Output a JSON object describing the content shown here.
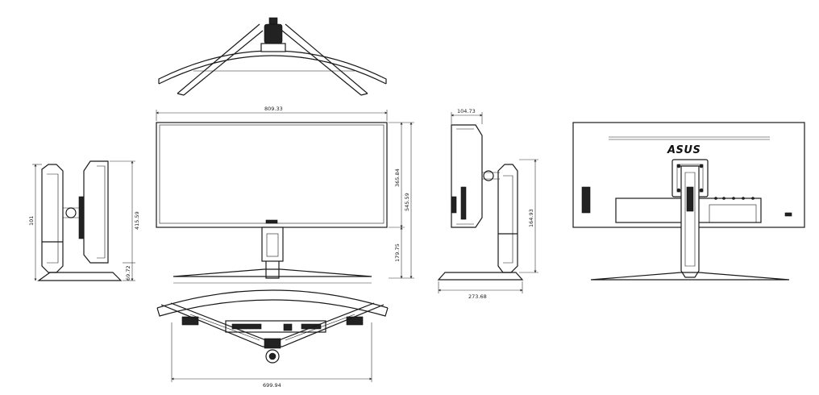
{
  "views": {
    "top": "top-view",
    "front": "front-view",
    "left_side": "left-side-view",
    "right_side": "right-side-view",
    "rear": "rear-view",
    "bottom": "bottom-view"
  },
  "brand_logo": "ASUS",
  "dimensions": {
    "front_width": "809.33",
    "panel_height": "365.84",
    "total_height": "545.59",
    "stand_height": "179.75",
    "side_depth_top": "104.73",
    "side_height_right": "164.93",
    "base_depth": "273.68",
    "bottom_width": "699.94",
    "left_total": "415.59",
    "left_base": "69.72",
    "left_short": "101"
  }
}
